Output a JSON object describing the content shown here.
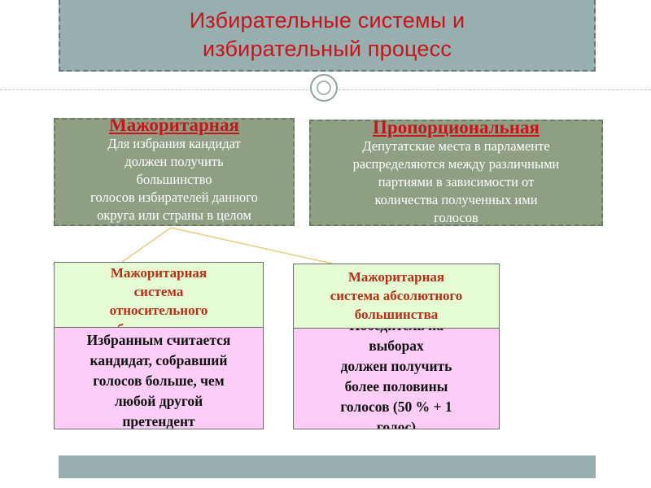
{
  "title": {
    "lines": [
      "Избирательные системы и",
      "избирательный процесс"
    ]
  },
  "majoritarian": {
    "heading": "Мажоритарная",
    "lines": [
      "Для избрания кандидат",
      "должен получить",
      "большинство",
      "голосов избирателей данного",
      "округа или страны в целом"
    ]
  },
  "proportional": {
    "heading": "Пропорциональная",
    "lines": [
      "Депутатские места в парламенте",
      "распределяются между различными",
      "партиями в зависимости от",
      "количества полученных ими",
      "голосов"
    ]
  },
  "relative_majority": {
    "title_lines": [
      "Мажоритарная",
      "система",
      "относительного",
      "большинства"
    ],
    "desc_lines": [
      "Избранным считается",
      "кандидат, собравший",
      "голосов больше, чем",
      "любой другой",
      "претендент"
    ]
  },
  "absolute_majority": {
    "title_lines": [
      "Мажоритарная",
      "система абсолютного",
      "большинства"
    ],
    "desc_lines": [
      "Победитель на",
      "выборах",
      "должен получить",
      "более половины",
      "голосов (50 % + 1",
      "голос)"
    ]
  },
  "colors": {
    "title_text": "#c8141c",
    "header_bar": "#97afae",
    "green_box": "#8f9f84",
    "light_green_box": "#e4fbd3",
    "pink_box": "#fbcdf7",
    "connector": "#e2cf7a"
  }
}
